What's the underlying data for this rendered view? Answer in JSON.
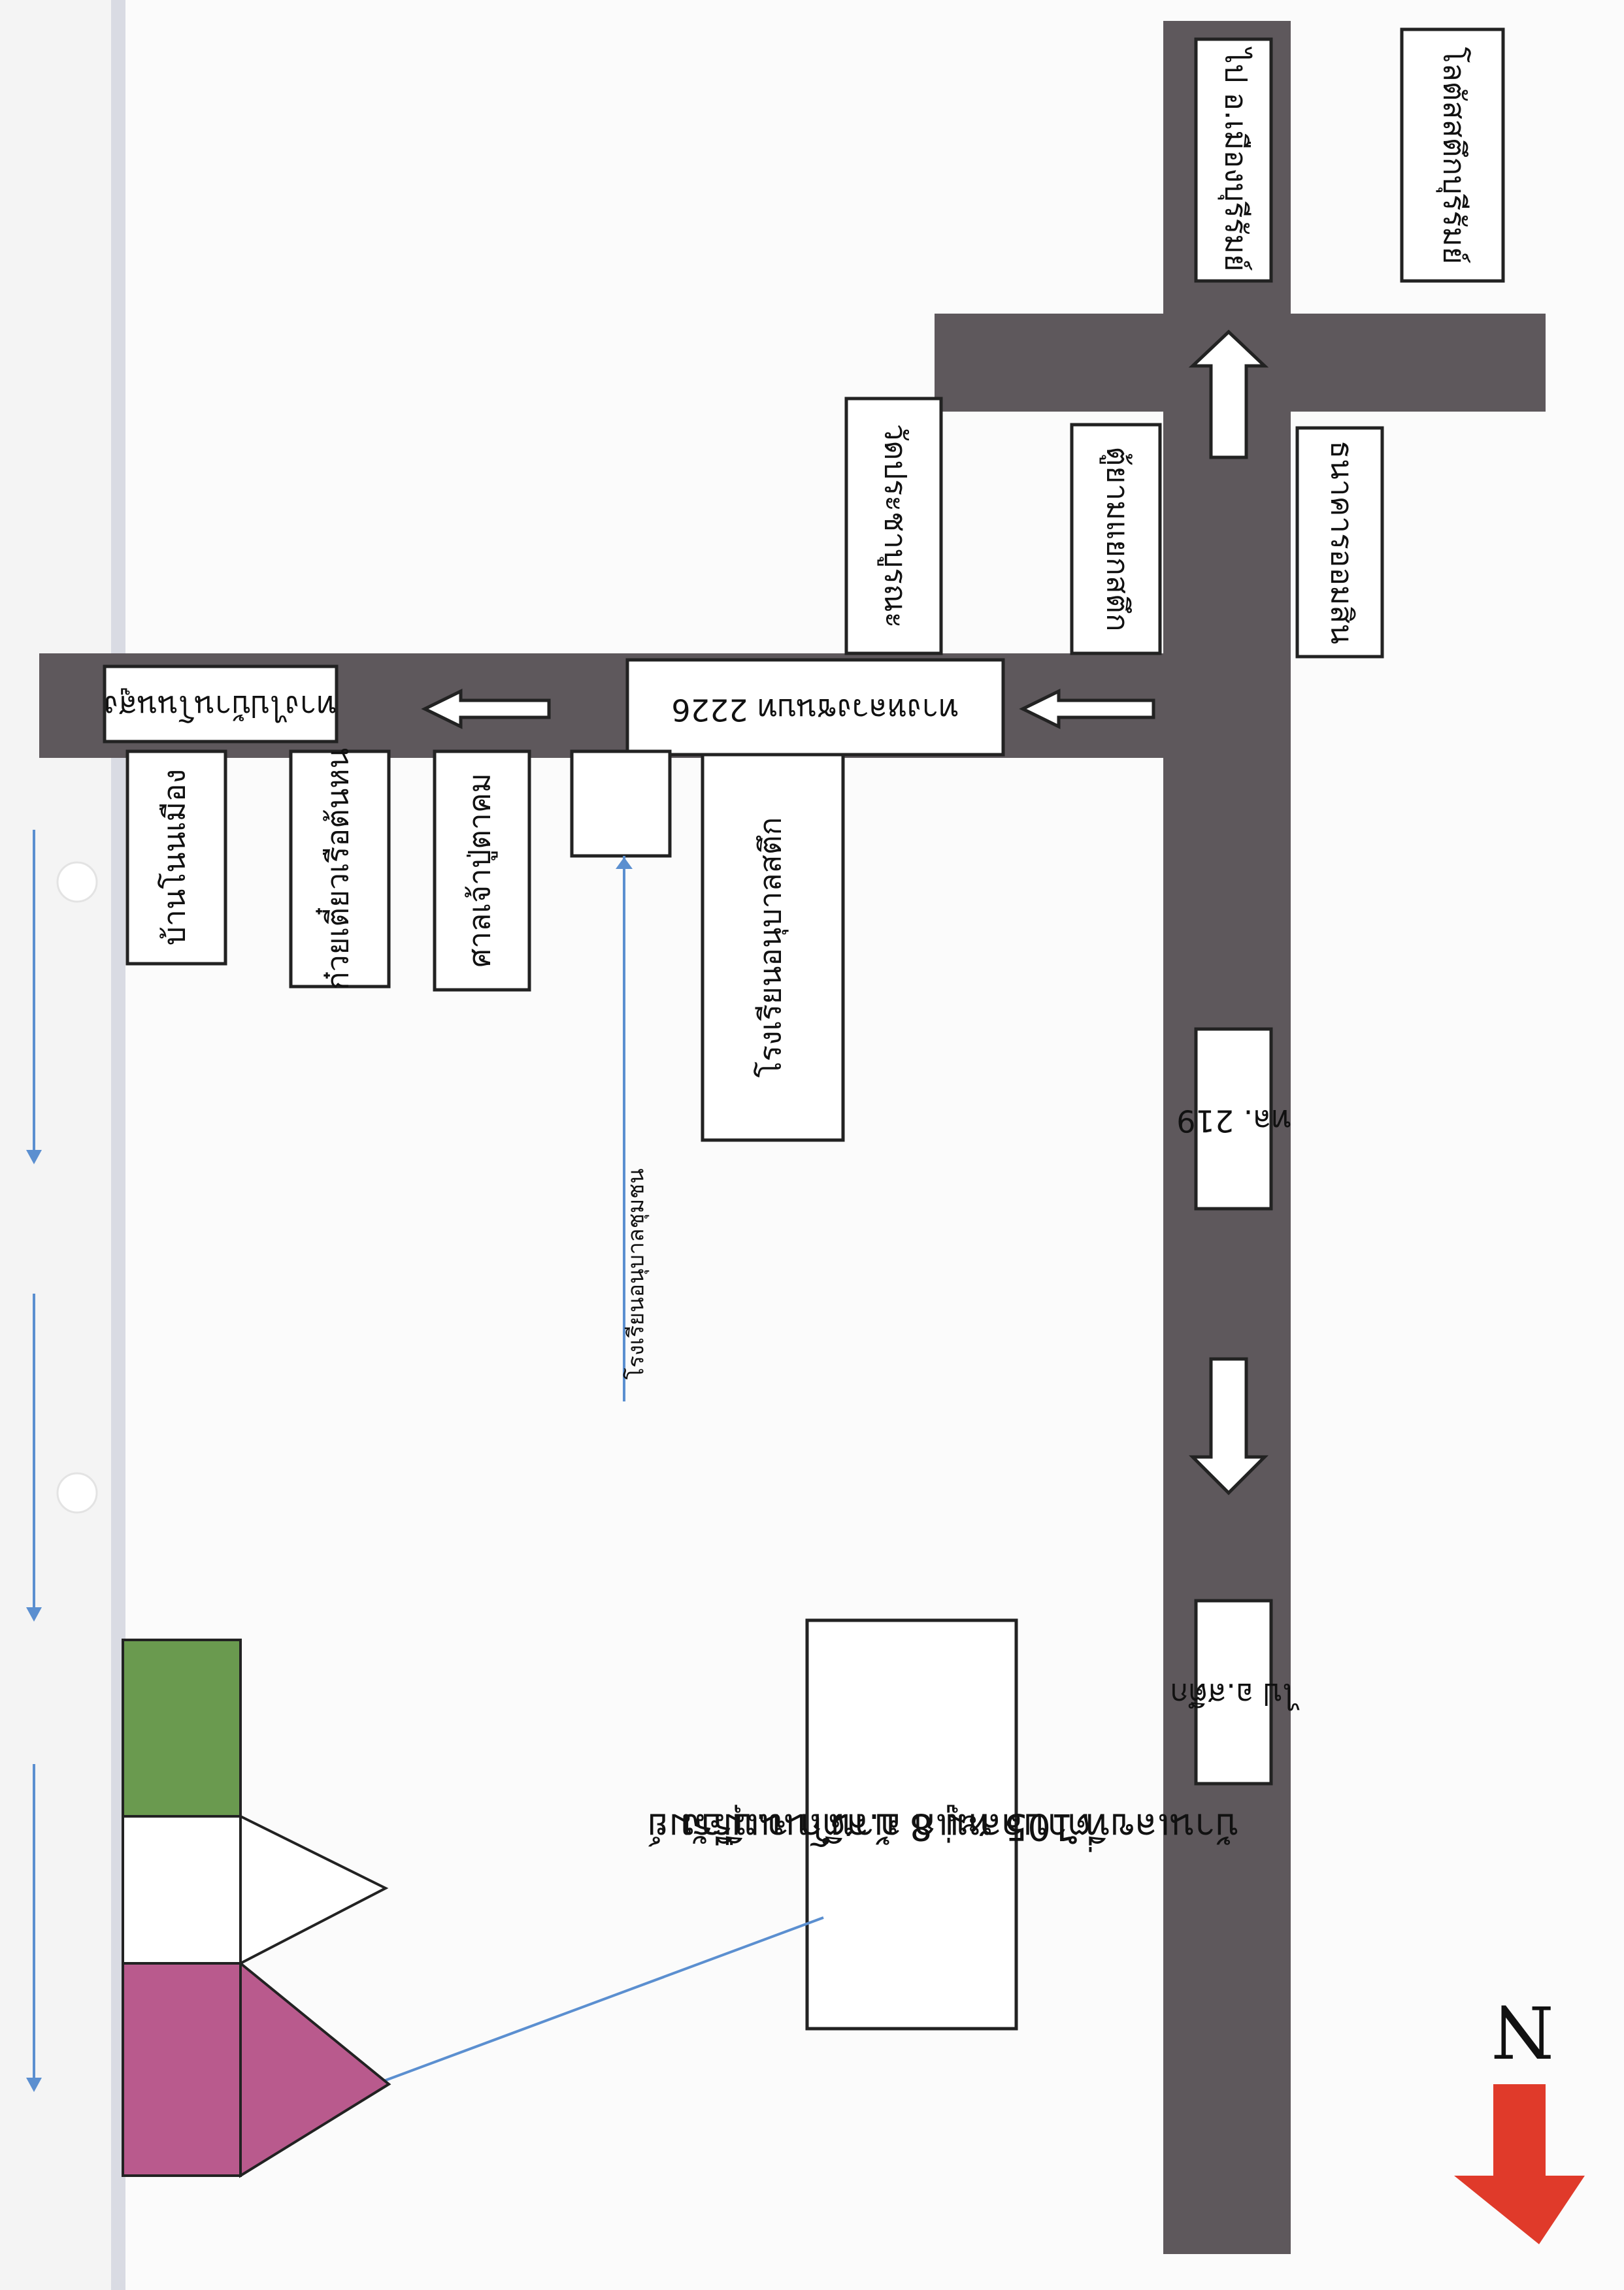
{
  "north": {
    "letter": "N",
    "arrow_color": "#e03a2a"
  },
  "roads": {
    "highway_219": "ทล. 219",
    "rural_road_2226": "ทางหลวงชนบท 2226"
  },
  "places": {
    "to_mueang_buriram": "ไป อ.เมืองบุรีรัมย์",
    "lotus_satuek": "โลตัสสตึกบุรีรัมย์",
    "wat_pracharat": "วัดประชาบูรณะ",
    "tu_ban_yaek_satuek": "ตู้ยามแยกสตึก",
    "bank": "ธนาคารออมสิน",
    "to_ban_non_sung": "ทางไปบ้านโนนสูง",
    "ban_non_mueang": "บ้านโนนเมือง",
    "tiew_ruea_noodle": "ก๋วยเตี๋ยวเรือต้นหน",
    "sala_chao_pu": "ศาลเจ้าปู่ตาคม",
    "school_anuban": "โรงเรียนอนุบาลสตึก",
    "school_marker_label": "โรงเรียนอนุบาลชุมชน",
    "to_amphoe_satuek": "ไป อ.สตึก",
    "house_line1": "บ้านเลขที่ 105 หมู่ 8 บ้านโนนเมือง",
    "house_line2": "ตำบลสะแก อ.สตึก จ.บุรีรัมย์"
  },
  "colors": {
    "road": "#5e585c",
    "house_magenta": "#b95a8d",
    "house_green": "#6a9a4f",
    "pointer": "#5b8fd0"
  }
}
